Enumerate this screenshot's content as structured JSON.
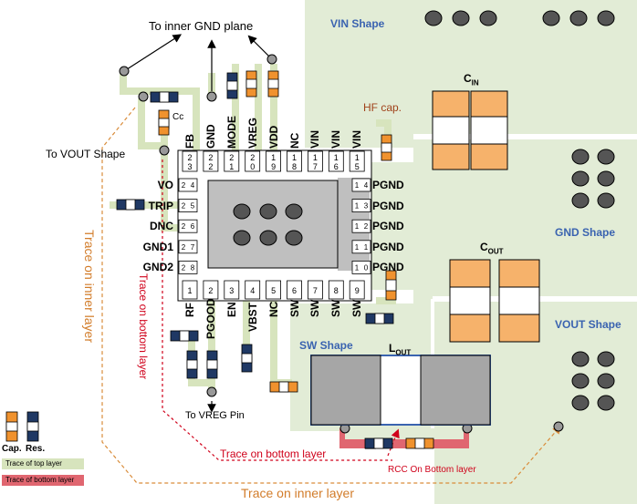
{
  "shapes": {
    "vin": "VIN Shape",
    "gnd": "GND Shape",
    "vout": "VOUT Shape",
    "sw": "SW Shape"
  },
  "labels": {
    "to_inner_gnd": "To inner GND plane",
    "to_vout_shape": "To VOUT Shape",
    "hf_cap": "HF cap.",
    "cc": "Cc",
    "cin": "C",
    "cin_sub": "IN",
    "cout": "C",
    "cout_sub": "OUT",
    "lout": "L",
    "lout_sub": "OUT",
    "to_vreg_pin": "To VREG Pin",
    "trace_bottom_1": "Trace on bottom layer",
    "trace_bottom_2": "Trace on bottom layer",
    "trace_inner_1": "Trace on inner layer",
    "trace_inner_2": "Trace on inner layer",
    "rcc_bottom": "RCC On Bottom layer"
  },
  "legend": {
    "cap": "Cap.",
    "res": "Res.",
    "top_layer": "Trace of top layer",
    "bottom_layer": "Trace of bottom layer"
  },
  "pins": {
    "top": [
      {
        "name": "FB",
        "num": "2\n3"
      },
      {
        "name": "GND",
        "num": "2\n2"
      },
      {
        "name": "MODE",
        "num": "2\n1"
      },
      {
        "name": "VREG",
        "num": "2\n0"
      },
      {
        "name": "VDD",
        "num": "1\n9"
      },
      {
        "name": "NC",
        "num": "1\n8"
      },
      {
        "name": "VIN",
        "num": "1\n7"
      },
      {
        "name": "VIN",
        "num": "1\n6"
      },
      {
        "name": "VIN",
        "num": "1\n5"
      }
    ],
    "left": [
      "VO",
      "TRIP",
      "DNC",
      "GND1",
      "GND2"
    ],
    "right": [
      "PGND",
      "PGND",
      "PGND",
      "PGND",
      "PGND"
    ],
    "bottom": [
      {
        "name": "RF",
        "num": "1"
      },
      {
        "name": "PGOOD",
        "num": "2"
      },
      {
        "name": "EN",
        "num": "3"
      },
      {
        "name": "VBST",
        "num": "4"
      },
      {
        "name": "NC",
        "num": "5"
      },
      {
        "name": "SW",
        "num": "6"
      },
      {
        "name": "SW",
        "num": "7"
      },
      {
        "name": "SW",
        "num": "8"
      },
      {
        "name": "SW",
        "num": "9"
      }
    ]
  },
  "colors": {
    "plane": "#e2ecd6",
    "top_trace": "#d7e4bd",
    "bottom_trace": "#e06670",
    "cap": "#f0922e",
    "res": "#1f3864",
    "inner_trace": "#d98c3a",
    "bottom_red": "#d0021b",
    "shape_text": "#3a63b0"
  }
}
